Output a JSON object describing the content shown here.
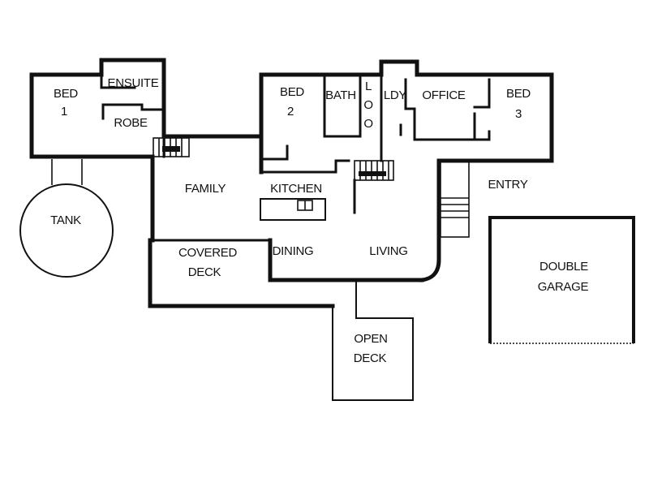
{
  "rooms": {
    "bed1": "BED",
    "bed1_num": "1",
    "ensuite": "ENSUITE",
    "robe": "ROBE",
    "bed2": "BED",
    "bed2_num": "2",
    "bath": "BATH",
    "loo_l": "L",
    "loo_o1": "O",
    "loo_o2": "O",
    "ldy": "LDY",
    "office": "OFFICE",
    "bed3": "BED",
    "bed3_num": "3",
    "entry": "ENTRY",
    "family": "FAMILY",
    "kitchen": "KITCHEN",
    "tank": "TANK",
    "covered": "COVERED",
    "covered_deck": "DECK",
    "dining": "DINING",
    "living": "LIVING",
    "double": "DOUBLE",
    "garage": "GARAGE",
    "open": "OPEN",
    "open_deck": "DECK"
  }
}
